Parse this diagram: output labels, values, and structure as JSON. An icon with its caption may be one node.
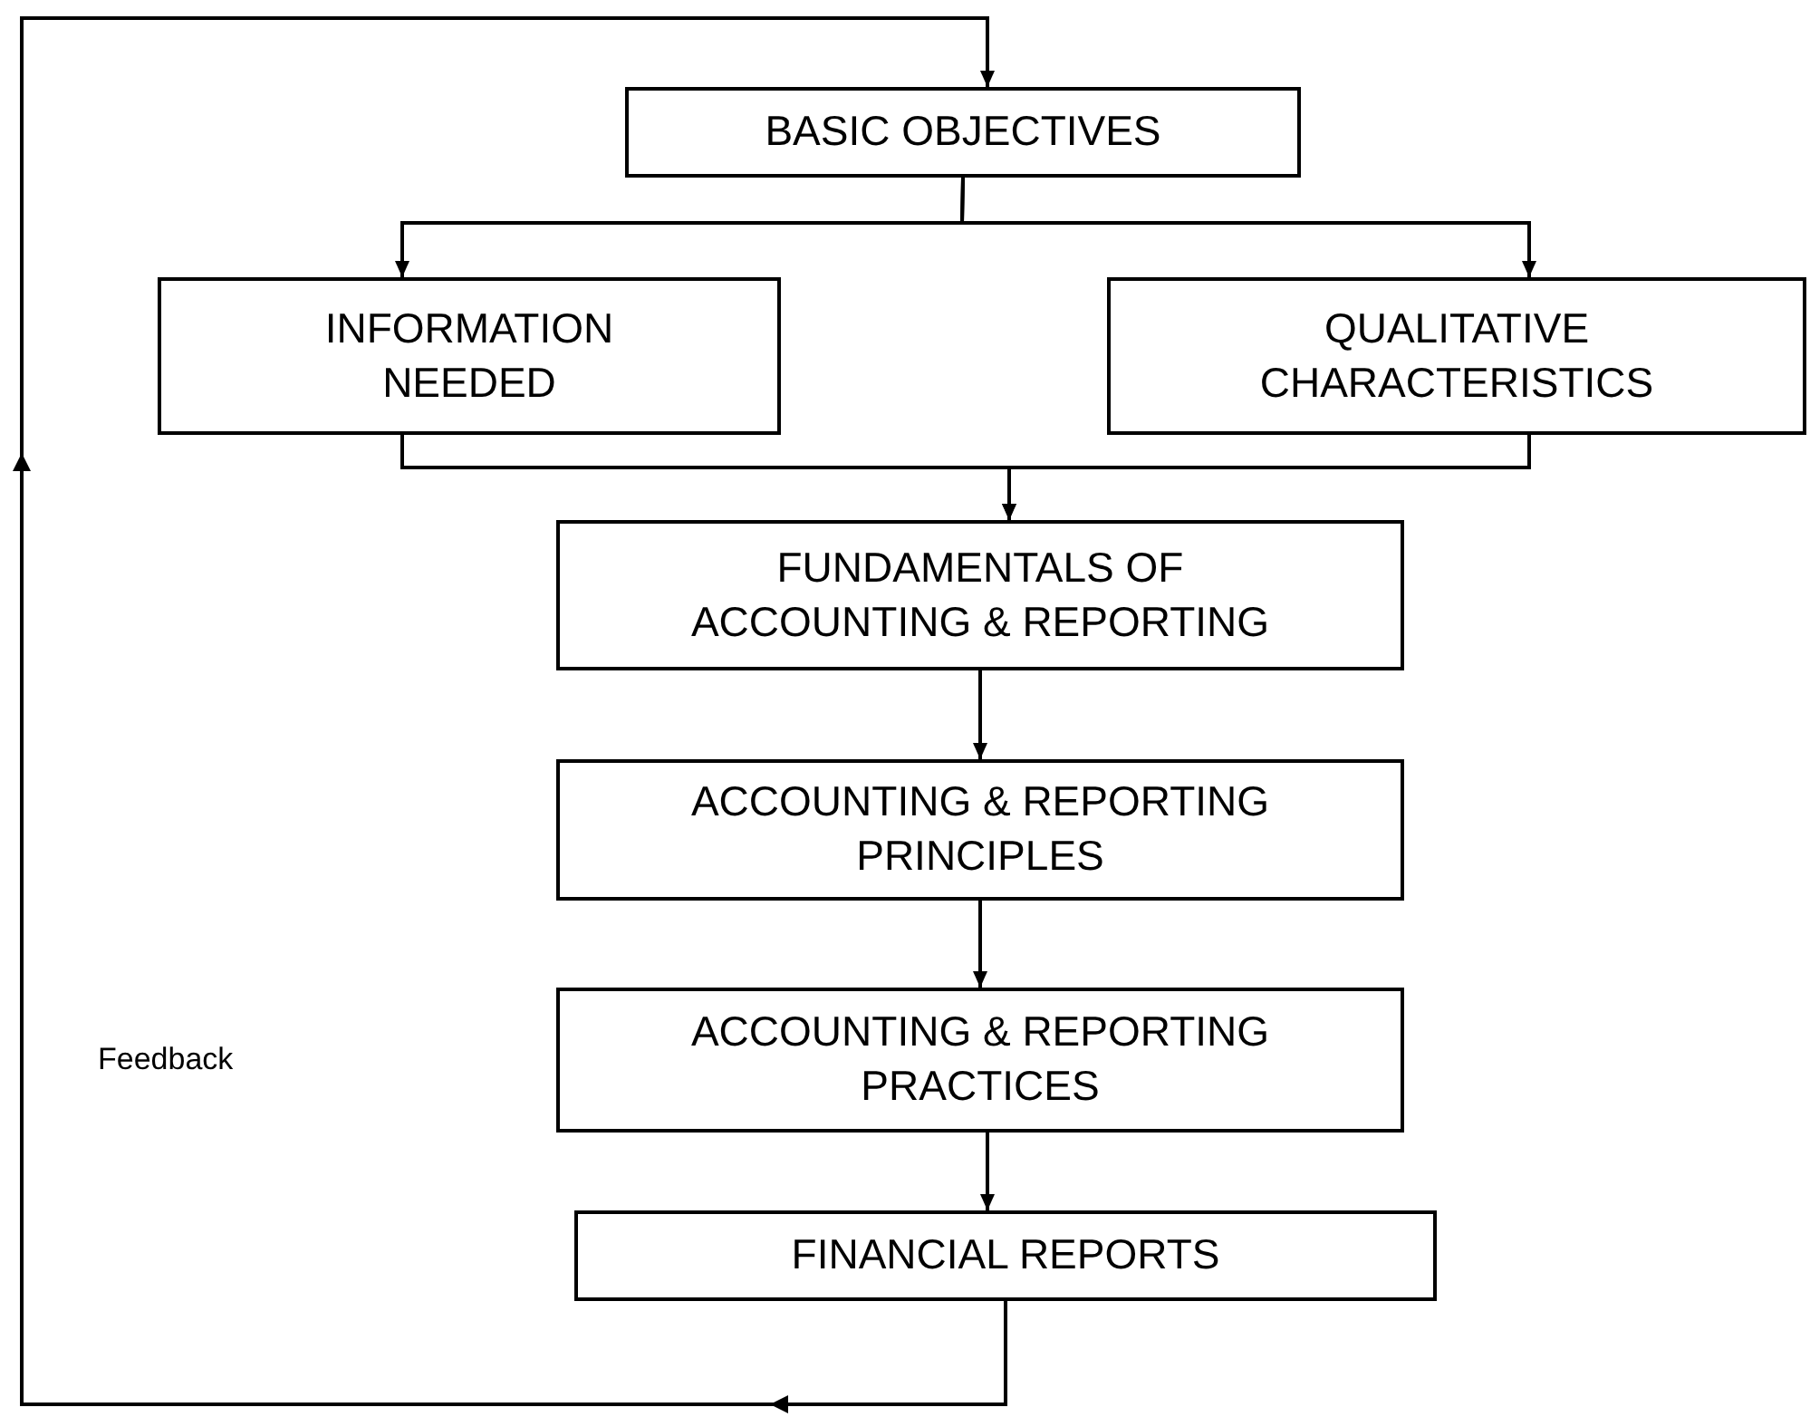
{
  "diagram": {
    "nodes": [
      {
        "text": [
          "BASIC OBJECTIVES"
        ]
      },
      {
        "text": [
          "INFORMATION NEEDED"
        ]
      },
      {
        "text": [
          "QUALITATIVE CHARACTERISTICS"
        ]
      },
      {
        "text": [
          "FUNDAMENTALS OF ACCOUNTING & REPORTING"
        ]
      },
      {
        "text": [
          "ACCOUNTING & REPORTING PRINCIPLES"
        ]
      },
      {
        "text": [
          "ACCOUNTING & REPORTING PRACTICES"
        ]
      },
      {
        "text": [
          "FINANCIAL REPORTS"
        ]
      }
    ],
    "edges": [
      {
        "from": 0,
        "to": 1,
        "arrow": "to"
      },
      {
        "from": 0,
        "to": 2,
        "arrow": "to"
      },
      {
        "from": 1,
        "to": 3,
        "arrow": "to"
      },
      {
        "from": 2,
        "to": 3,
        "arrow": "to"
      },
      {
        "from": 3,
        "to": 4,
        "arrow": "to"
      },
      {
        "from": 4,
        "to": 5,
        "arrow": "to"
      },
      {
        "from": 5,
        "to": 6,
        "arrow": "to"
      },
      {
        "from": 6,
        "to": 0,
        "arrow": "to",
        "label": "Feedback"
      }
    ]
  }
}
